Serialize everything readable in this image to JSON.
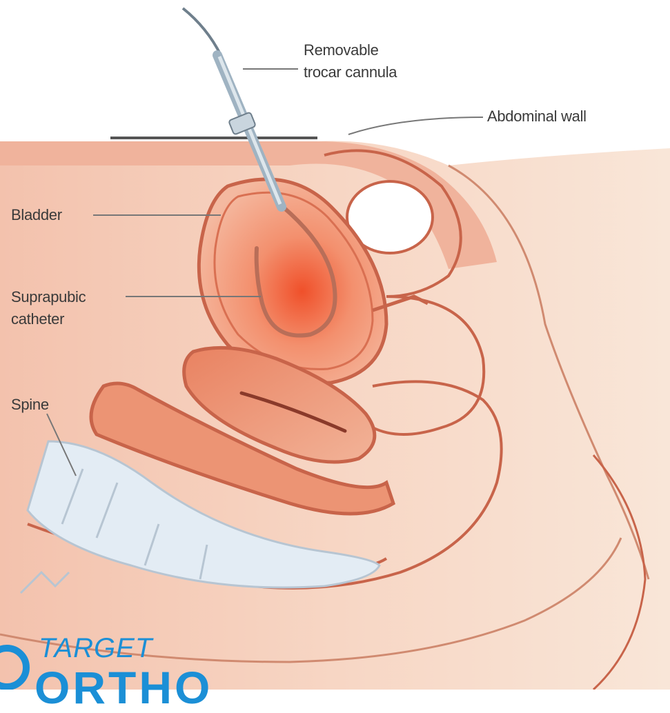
{
  "labels": {
    "trocar_line1": "Removable",
    "trocar_line2": "trocar cannula",
    "abdominal_wall": "Abdominal wall",
    "bladder": "Bladder",
    "catheter_line1": "Suprapubic",
    "catheter_line2": "catheter",
    "spine": "Spine"
  },
  "logo": {
    "line1": "TARGET",
    "line2": "ORTHO",
    "color": "#1b8fd6"
  },
  "colors": {
    "skin": "#f6d9c6",
    "tissue": "#efb39b",
    "outline": "#c8644a",
    "organ": "#e88a6a",
    "bladder_center": "#f0502a",
    "bone": "#e3ecf4",
    "leader_line": "#777777"
  }
}
